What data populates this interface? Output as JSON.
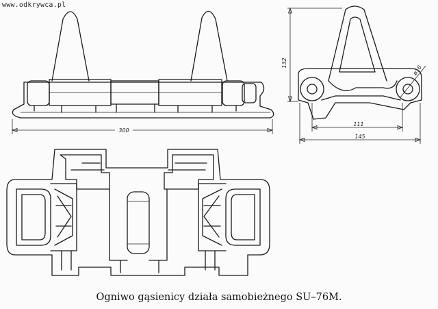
{
  "watermark": "www.odkrywca.pl",
  "caption": "Ogniwo gąsienicy działa samobieżnego SU–76M.",
  "dimensions": {
    "side_length": "300",
    "end_height": "132",
    "end_hole": "ø16",
    "end_inner": "111",
    "end_width": "145"
  }
}
